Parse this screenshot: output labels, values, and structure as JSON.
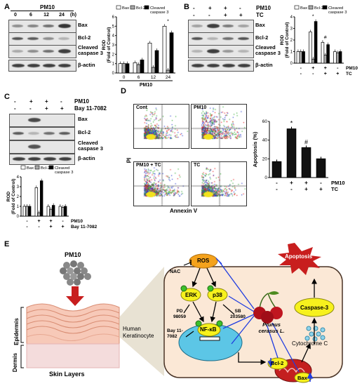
{
  "panels": {
    "A": "A",
    "B": "B",
    "C": "C",
    "D": "D",
    "E": "E"
  },
  "A": {
    "treatment": "PM10",
    "times": [
      "0",
      "6",
      "12",
      "24"
    ],
    "time_unit": "(h)",
    "blots": [
      "Bax",
      "Bcl-2",
      "Cleaved caspase 3",
      "β-actin"
    ],
    "chart_data": {
      "type": "bar",
      "categories": [
        "0",
        "6",
        "12",
        "24"
      ],
      "series": [
        {
          "name": "Bax",
          "values": [
            1.0,
            1.1,
            3.2,
            5.0
          ]
        },
        {
          "name": "Bcl-2",
          "values": [
            1.0,
            0.9,
            0.6,
            0.3
          ]
        },
        {
          "name": "Cleaved caspase 3",
          "values": [
            1.0,
            1.4,
            2.4,
            4.3
          ]
        }
      ],
      "ylabel": "ROD (Fold of Control)",
      "xlabel": "PM10",
      "ylim": [
        0,
        6
      ],
      "yticks": [
        "0",
        "1",
        "2",
        "3",
        "4",
        "5",
        "6"
      ],
      "sig": [
        "",
        "",
        "",
        "*"
      ]
    }
  },
  "B": {
    "rows": [
      {
        "label": "PM10",
        "values": [
          "-",
          "+",
          "+",
          "-"
        ]
      },
      {
        "label": "TC",
        "values": [
          "-",
          "-",
          "+",
          "+"
        ]
      }
    ],
    "blots": [
      "Bax",
      "Bcl-2",
      "Cleaved caspase 3",
      "β-actin"
    ],
    "chart_data": {
      "type": "bar",
      "categories": [
        "1",
        "2",
        "3",
        "4"
      ],
      "series": [
        {
          "name": "Bax",
          "values": [
            1.0,
            2.7,
            1.8,
            1.0
          ]
        },
        {
          "name": "Bcl-2",
          "values": [
            1.0,
            0.35,
            0.7,
            0.9
          ]
        },
        {
          "name": "Cleaved caspase 3",
          "values": [
            1.0,
            3.6,
            1.6,
            1.0
          ]
        }
      ],
      "ylabel": "ROD (Fold of Control)",
      "ylim": [
        0,
        4
      ],
      "yticks": [
        "0",
        "1",
        "2",
        "3",
        "4"
      ],
      "x_rows": [
        {
          "label": "PM10",
          "values": [
            "-",
            "+",
            "+",
            "-"
          ]
        },
        {
          "label": "TC",
          "values": [
            "-",
            "-",
            "+",
            "+"
          ]
        }
      ],
      "sig": [
        "",
        "*",
        "#",
        "",
        ""
      ]
    }
  },
  "C": {
    "rows": [
      {
        "label": "PM10",
        "values": [
          "-",
          "+",
          "+",
          "-"
        ]
      },
      {
        "label": "Bay 11-7082",
        "values": [
          "-",
          "-",
          "+",
          "+"
        ]
      }
    ],
    "blots": [
      "Bax",
      "Bcl-2",
      "Cleaved caspase 3",
      "β-actin"
    ],
    "chart_data": {
      "type": "bar",
      "categories": [
        "1",
        "2",
        "3",
        "4"
      ],
      "series": [
        {
          "name": "Bax",
          "values": [
            1.0,
            2.9,
            1.0,
            1.0
          ]
        },
        {
          "name": "Bcl-2",
          "values": [
            1.0,
            0.35,
            0.7,
            0.9
          ]
        },
        {
          "name": "Cleaved caspase 3",
          "values": [
            1.0,
            3.6,
            1.1,
            1.0
          ]
        }
      ],
      "ylabel": "ROD (Fold of Control)",
      "ylim": [
        0,
        4
      ],
      "yticks": [
        "0",
        "1",
        "2",
        "3",
        "4"
      ],
      "x_rows": [
        {
          "label": "PM10",
          "values": [
            "-",
            "+",
            "+",
            "-"
          ]
        },
        {
          "label": "Bay 11-7082",
          "values": [
            "-",
            "-",
            "+",
            "+"
          ]
        }
      ]
    }
  },
  "D": {
    "facs_titles": [
      "Cont",
      "PM10",
      "PM10 + TC",
      "TC"
    ],
    "ylabel": "PI",
    "xlabel": "Annexin V",
    "chart_data": {
      "type": "bar",
      "categories": [
        "1",
        "2",
        "3",
        "4"
      ],
      "values": [
        17,
        52,
        32,
        20
      ],
      "ylabel": "Apoptosis (%)",
      "ylim": [
        0,
        60
      ],
      "yticks": [
        "0",
        "20",
        "40",
        "60"
      ],
      "x_rows": [
        {
          "label": "PM10",
          "values": [
            "-",
            "+",
            "+",
            "-"
          ]
        },
        {
          "label": "TC",
          "values": [
            "-",
            "-",
            "+",
            "+"
          ]
        }
      ],
      "sig": [
        "",
        "*",
        "#",
        ""
      ]
    }
  },
  "E": {
    "pm": "PM10",
    "skin_layers": "Skin Layers",
    "epidermis": "Epidermis",
    "dermis": "Dermis",
    "keratinocyte": "Human Keratinocyte",
    "ros": "ROS",
    "nac": "NAC",
    "erk": "ERK",
    "p38": "p38",
    "pd": "PD 98059",
    "sb": "SB 203580",
    "bay": "Bay 11-7082",
    "nfkb": "NF-κB",
    "prunus": "Prunus cerasus L.",
    "apoptosis": "Apoptosis",
    "caspase": "Caspase-3",
    "cytc": "Cytochrome C",
    "bcl2": "Bcl-2",
    "bax": "Bax"
  }
}
